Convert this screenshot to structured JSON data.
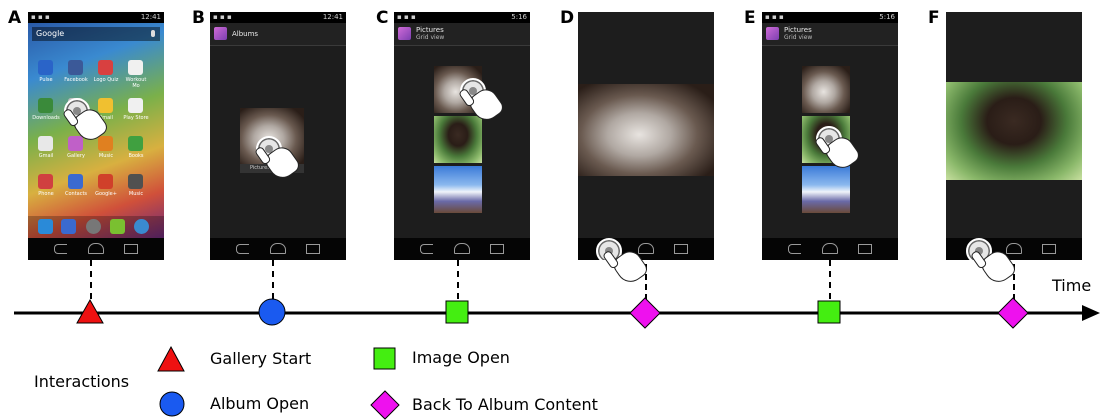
{
  "panels": [
    {
      "letter": "A",
      "screen": "home",
      "status_time": "12:41",
      "search_label": "Google",
      "apps": [
        {
          "label": "Pulse",
          "color": "#2a64c8"
        },
        {
          "label": "Facebook",
          "color": "#3b5998"
        },
        {
          "label": "Logo Quiz",
          "color": "#d84040"
        },
        {
          "label": "Workout Mo",
          "color": "#f0f0f0"
        },
        {
          "label": "Downloads",
          "color": "#3a8a3a"
        },
        {
          "label": "",
          "color": "#c0c0c0"
        },
        {
          "label": "Email",
          "color": "#f0c030"
        },
        {
          "label": "Play Store",
          "color": "#f0f0f0"
        },
        {
          "label": "Gmail",
          "color": "#e8e8e8"
        },
        {
          "label": "Gallery",
          "color": "#c060c8"
        },
        {
          "label": "Music",
          "color": "#e08020"
        },
        {
          "label": "Books",
          "color": "#40a040"
        },
        {
          "label": "Phone",
          "color": "#d04040"
        },
        {
          "label": "Contacts",
          "color": "#3a6ad0"
        },
        {
          "label": "Google+",
          "color": "#d0402a"
        },
        {
          "label": "Music",
          "color": "#505050"
        }
      ]
    },
    {
      "letter": "B",
      "screen": "albums",
      "status_time": "12:41",
      "title": "Albums",
      "caption": "Pictures"
    },
    {
      "letter": "C",
      "screen": "grid",
      "status_time": "5:16",
      "title": "Pictures",
      "subtitle": "Grid view"
    },
    {
      "letter": "D",
      "screen": "image-cat"
    },
    {
      "letter": "E",
      "screen": "grid",
      "status_time": "5:16",
      "title": "Pictures",
      "subtitle": "Grid view"
    },
    {
      "letter": "F",
      "screen": "image-chimp"
    }
  ],
  "timeline": {
    "label": "Time"
  },
  "legend": {
    "title": "Interactions",
    "items": [
      {
        "shape": "triangle",
        "color": "#ee1111",
        "label": "Gallery Start"
      },
      {
        "shape": "circle",
        "color": "#1a5af0",
        "label": "Album Open"
      },
      {
        "shape": "square",
        "color": "#44ee11",
        "label": "Image Open"
      },
      {
        "shape": "diamond",
        "color": "#ee11ee",
        "label": "Back To Album Content"
      }
    ]
  },
  "colors": {
    "start": "#ee1111",
    "album": "#1a5af0",
    "image": "#44ee11",
    "back": "#ee11ee"
  }
}
